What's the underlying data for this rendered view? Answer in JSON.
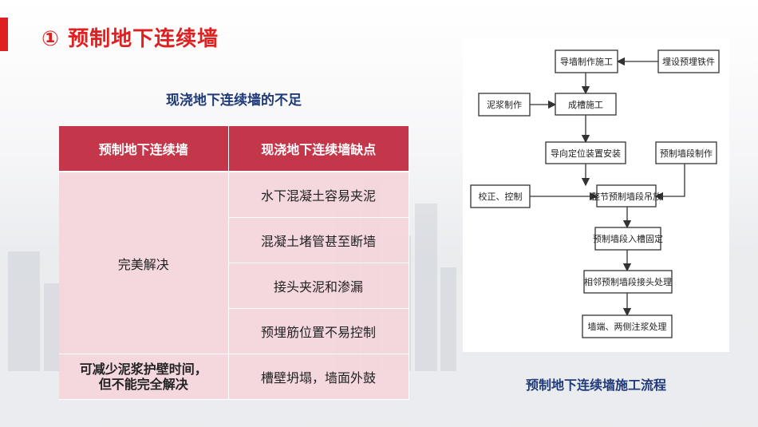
{
  "slide": {
    "title": "①  预制地下连续墙",
    "accent_color": "#e02020",
    "header_color": "#c4364a",
    "caption_color": "#1f3a78"
  },
  "table": {
    "caption": "现浇地下连续墙的不足",
    "headers": [
      "预制地下连续墙",
      "现浇地下连续墙缺点"
    ],
    "group1_label": "完美解决",
    "group2_label": "可减少泥浆护壁时间，\n但不能完全解决",
    "defects": [
      "水下混凝土容易夹泥",
      "混凝土堵管甚至断墙",
      "接头夹泥和渗漏",
      "预埋筋位置不易控制",
      "槽壁坍塌，墙面外鼓"
    ]
  },
  "flowchart": {
    "caption": "预制地下连续墙施工流程",
    "steps": {
      "s1": "导墙制作施工",
      "s2": "埋设预埋铁件",
      "s3": "泥浆制作",
      "s4": "成槽施工",
      "s5": "导向定位装置安装",
      "s6": "预制墙段制作",
      "s7": "校正、控制",
      "s8": "整节预制墙段吊放",
      "s9": "预制墙段入槽固定",
      "s10": "相邻预制墙段接头处理",
      "s11": "墙端、两侧注浆处理"
    }
  }
}
